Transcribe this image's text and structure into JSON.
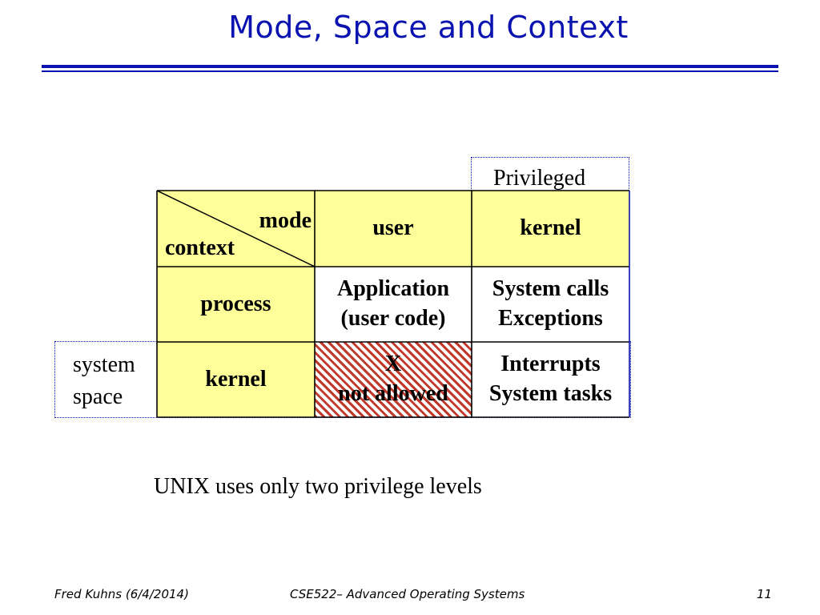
{
  "slide": {
    "title": "Mode, Space and Context",
    "privileged_label": "Privileged",
    "system_space_label": [
      "system",
      "space"
    ],
    "caption": "UNIX uses only two privilege levels"
  },
  "table": {
    "header": {
      "mode_label": "mode",
      "context_label": "context",
      "user": "user",
      "kernel": "kernel"
    },
    "process_row": {
      "label": "process",
      "user_cell": [
        "Application",
        "(user code)"
      ],
      "kernel_cell": [
        "System calls",
        "Exceptions"
      ]
    },
    "kernel_row": {
      "label": "kernel",
      "user_cell": [
        "X",
        "not allowed"
      ],
      "kernel_cell": [
        "Interrupts",
        "System tasks"
      ]
    }
  },
  "footer": {
    "author": "Fred Kuhns (6/4/2014)",
    "course": "CSE522– Advanced Operating Systems",
    "page": "11"
  },
  "colors": {
    "title_blue": "#0a12b0",
    "cell_yellow": "#ffff99",
    "hatch_red": "#c0392b"
  }
}
